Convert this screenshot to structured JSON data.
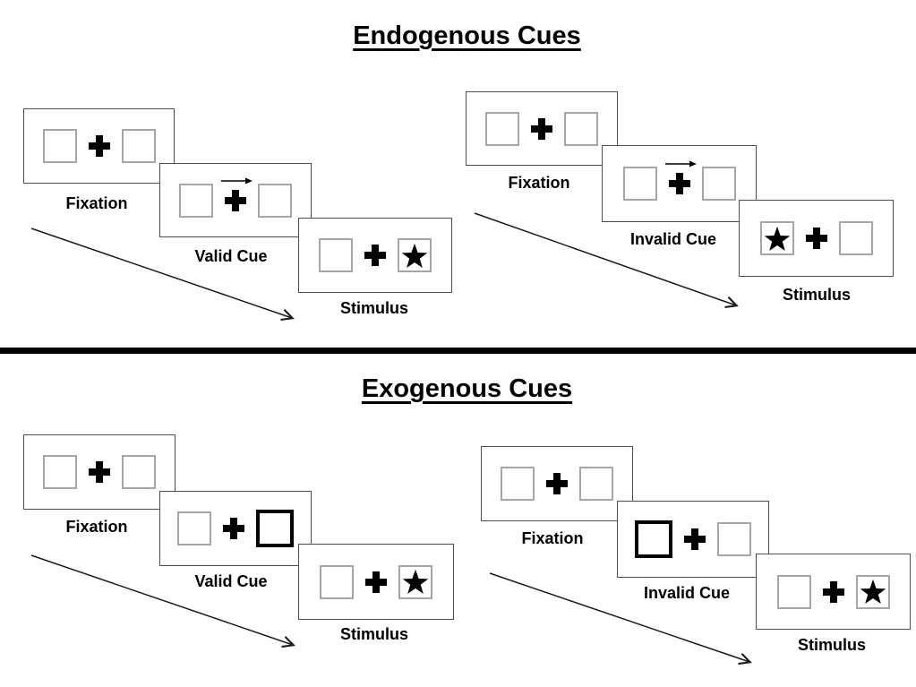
{
  "colors": {
    "background": "#ffffff",
    "card_border": "#4d4d4d",
    "placeholder_box_border": "#a6a6a6",
    "cue_highlight_box_border": "#000000",
    "fixation_cross": "#000000",
    "star": "#000000",
    "divider": "#000000",
    "text": "#000000"
  },
  "sections": [
    {
      "id": "endogenous",
      "title": "Endogenous Cues",
      "cue_style": "central-arrow-above-fixation-cross",
      "panels": [
        {
          "id": "valid",
          "steps": [
            {
              "type": "fixation",
              "label": "Fixation"
            },
            {
              "type": "cue",
              "label": "Valid Cue",
              "cue_direction": "right"
            },
            {
              "type": "stimulus",
              "label": "Stimulus",
              "star_side": "right"
            }
          ]
        },
        {
          "id": "invalid",
          "steps": [
            {
              "type": "fixation",
              "label": "Fixation"
            },
            {
              "type": "cue",
              "label": "Invalid Cue",
              "cue_direction": "right"
            },
            {
              "type": "stimulus",
              "label": "Stimulus",
              "star_side": "left"
            }
          ]
        }
      ]
    },
    {
      "id": "exogenous",
      "title": "Exogenous Cues",
      "cue_style": "peripheral-bold-box",
      "panels": [
        {
          "id": "valid",
          "steps": [
            {
              "type": "fixation",
              "label": "Fixation"
            },
            {
              "type": "cue",
              "label": "Valid Cue",
              "cue_side": "right"
            },
            {
              "type": "stimulus",
              "label": "Stimulus",
              "star_side": "right"
            }
          ]
        },
        {
          "id": "invalid",
          "steps": [
            {
              "type": "fixation",
              "label": "Fixation"
            },
            {
              "type": "cue",
              "label": "Invalid Cue",
              "cue_side": "left"
            },
            {
              "type": "stimulus",
              "label": "Stimulus",
              "star_side": "right"
            }
          ]
        }
      ]
    }
  ]
}
